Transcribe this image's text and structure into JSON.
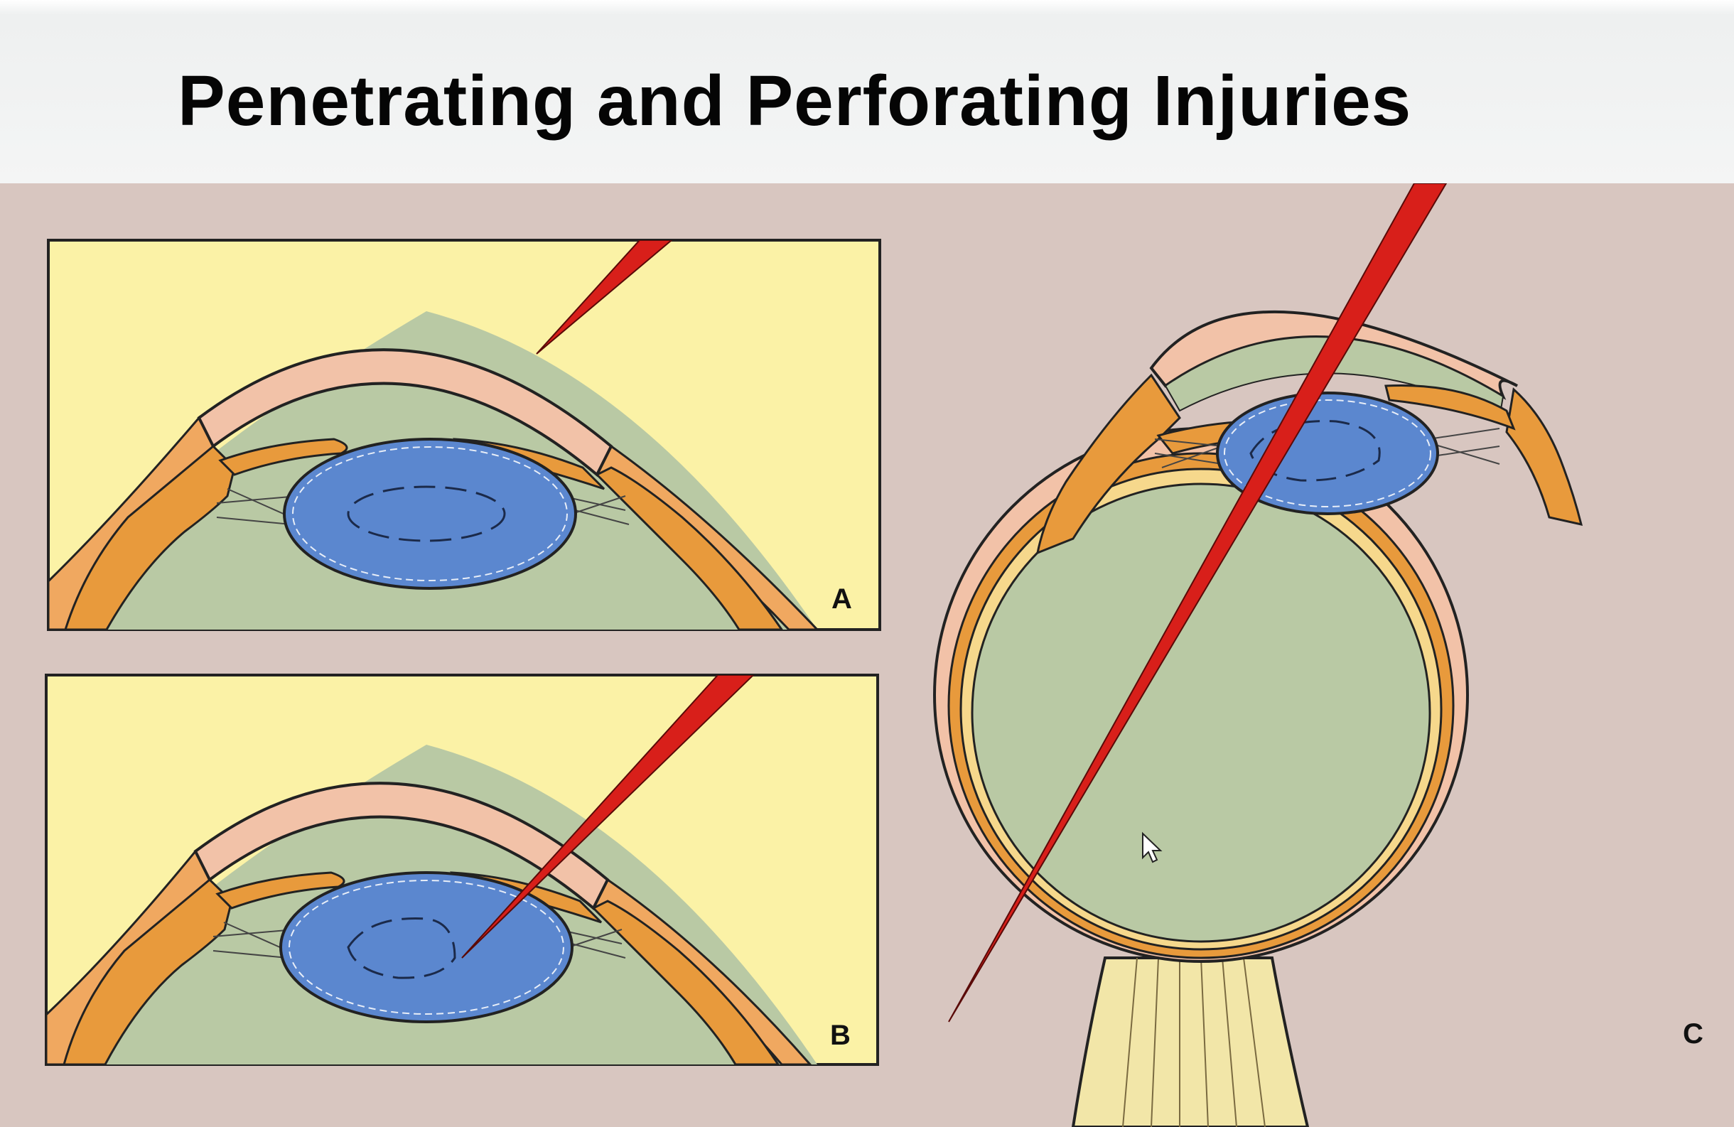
{
  "slide": {
    "title": "Penetrating and Perforating Injuries"
  },
  "figure": {
    "panels": [
      {
        "id": "A",
        "label": "A"
      },
      {
        "id": "B",
        "label": "B"
      },
      {
        "id": "C",
        "label": "C"
      }
    ],
    "colors": {
      "background": "#d8c6c0",
      "panel_fill": "#fbf2a6",
      "vitreous": "#b9c9a4",
      "cornea": "#f2c2a8",
      "iris_ciliary": "#e89a3c",
      "lens": "#5b87cf",
      "foreign_body": "#d81f1a"
    },
    "icons": [
      "mouse-cursor-icon"
    ]
  }
}
